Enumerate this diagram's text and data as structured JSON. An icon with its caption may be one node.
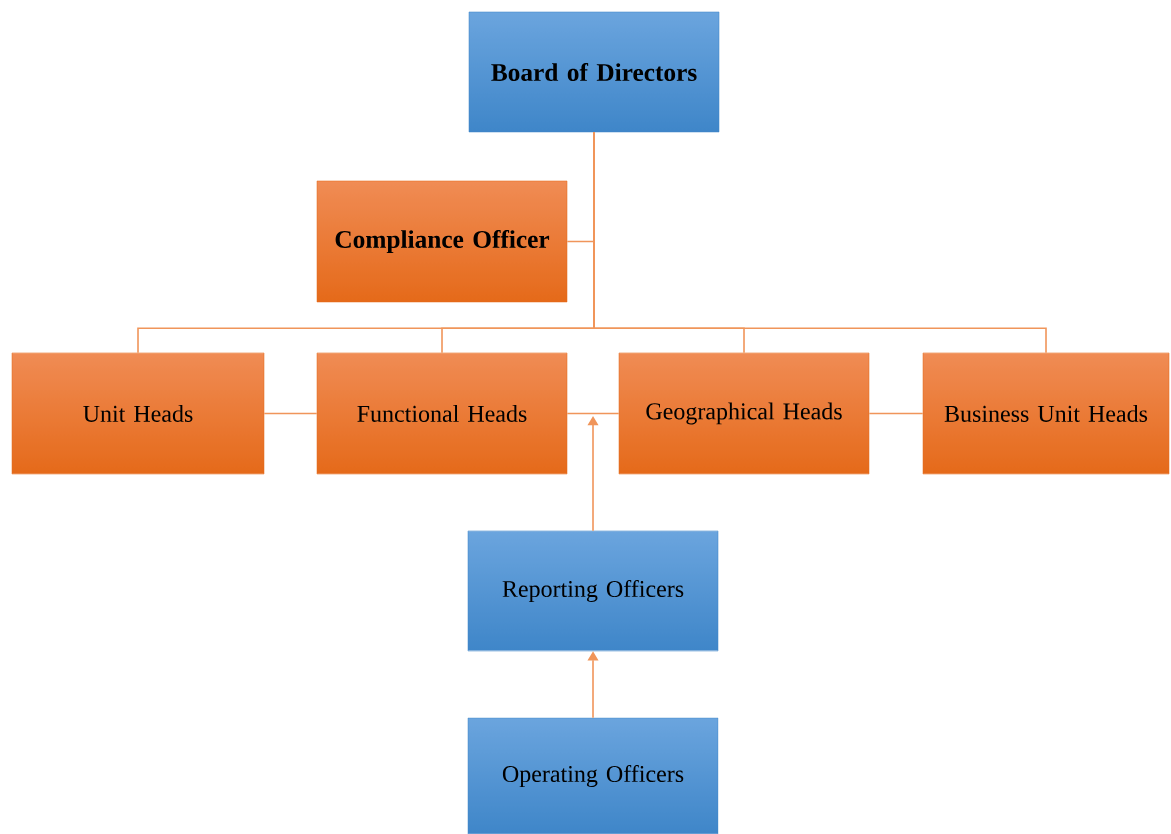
{
  "diagram": {
    "nodes": [
      {
        "text": [
          "Board of Directors"
        ]
      },
      {
        "text": [
          "Compliance Officer"
        ]
      },
      {
        "text": [
          "Unit Heads"
        ]
      },
      {
        "text": [
          "Functional Heads"
        ]
      },
      {
        "text": [
          "Geographical Heads"
        ]
      },
      {
        "text": [
          "Business Unit Heads"
        ]
      },
      {
        "text": [
          "Reporting Officers"
        ]
      },
      {
        "text": [
          "Operating Officers"
        ]
      }
    ],
    "edges": [
      {
        "from": 0,
        "to": 1,
        "arrow": "none"
      },
      {
        "from": 0,
        "to": 2,
        "arrow": "none"
      },
      {
        "from": 0,
        "to": 3,
        "arrow": "none"
      },
      {
        "from": 0,
        "to": 4,
        "arrow": "none"
      },
      {
        "from": 0,
        "to": 5,
        "arrow": "none"
      },
      {
        "from": 2,
        "to": 3,
        "arrow": "none"
      },
      {
        "from": 3,
        "to": 4,
        "arrow": "none"
      },
      {
        "from": 4,
        "to": 5,
        "arrow": "none"
      },
      {
        "from": 6,
        "to": null,
        "arrow": "to"
      },
      {
        "from": 7,
        "to": 6,
        "arrow": "to"
      }
    ]
  }
}
